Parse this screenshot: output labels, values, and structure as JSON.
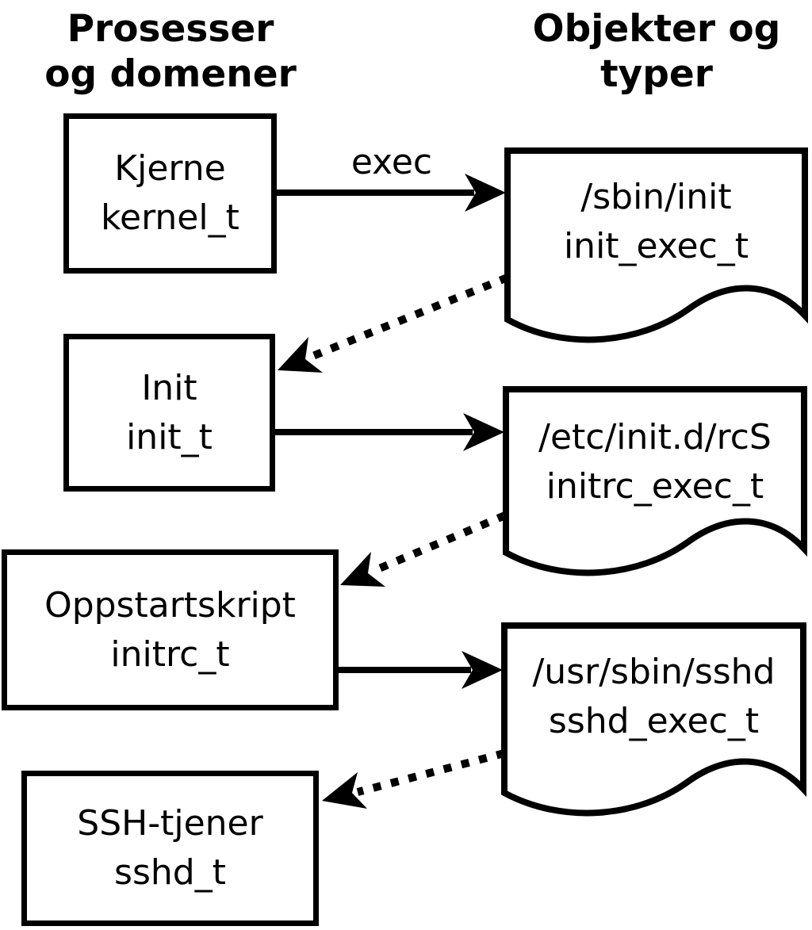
{
  "headers": {
    "left_line1": "Prosesser",
    "left_line2": "og domener",
    "right_line1": "Objekter og",
    "right_line2": "typer"
  },
  "arrow_label": "exec",
  "processes": [
    {
      "name": "Kjerne",
      "type": "kernel_t"
    },
    {
      "name": "Init",
      "type": "init_t"
    },
    {
      "name": "Oppstartskript",
      "type": "initrc_t"
    },
    {
      "name": "SSH-tjener",
      "type": "sshd_t"
    }
  ],
  "objects": [
    {
      "path": "/sbin/init",
      "type": "init_exec_t"
    },
    {
      "path": "/etc/init.d/rcS",
      "type": "initrc_exec_t"
    },
    {
      "path": "/usr/sbin/sshd",
      "type": "sshd_exec_t"
    }
  ],
  "colors": {
    "line": "#000000",
    "background": "#ffffff"
  }
}
